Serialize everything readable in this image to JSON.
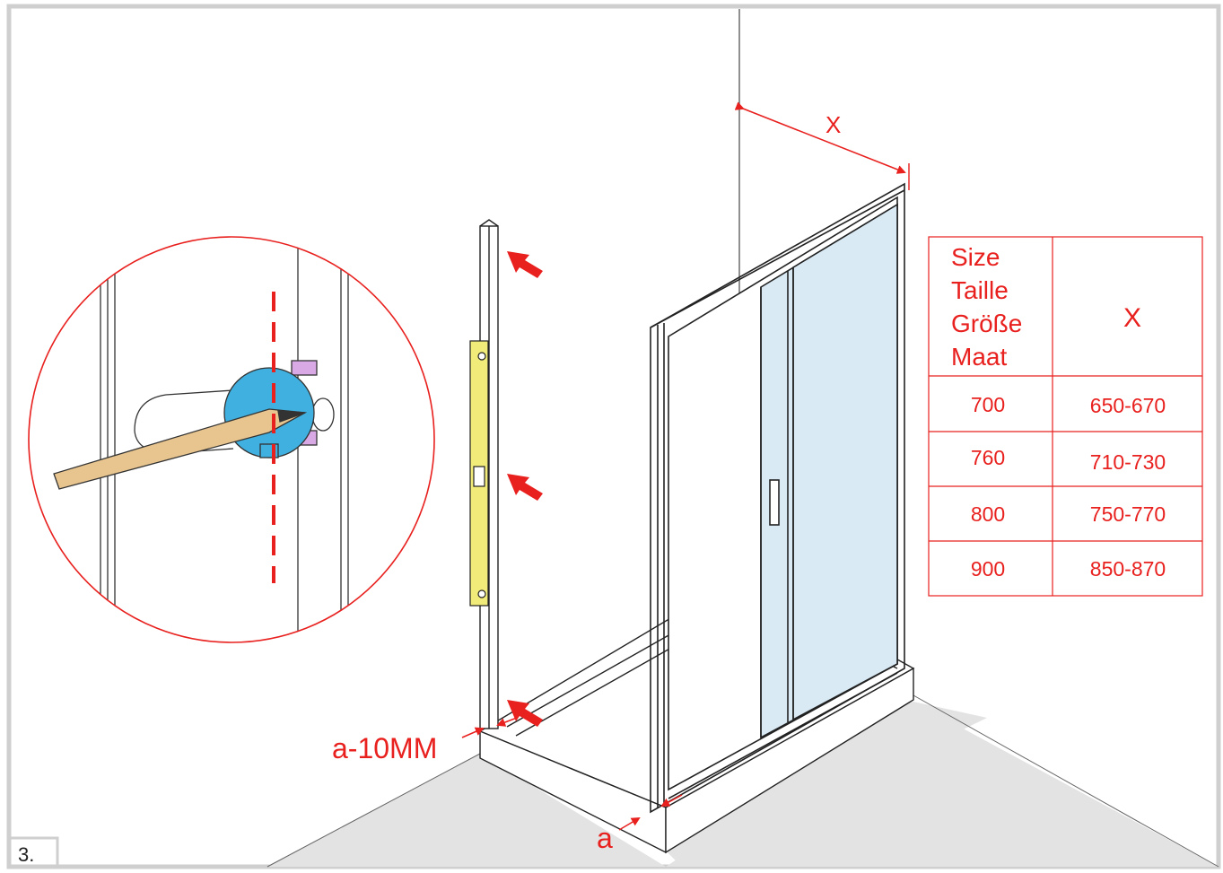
{
  "step": "3.",
  "labels": {
    "dimension_x": "X",
    "offset_label": "a-10MM",
    "gap_label": "a"
  },
  "size_table": {
    "header_size_lines": [
      "Size",
      "Taille",
      "Größe",
      "Maat"
    ],
    "header_x": "X",
    "rows": [
      {
        "size": "700",
        "x": "650-670"
      },
      {
        "size": "760",
        "x": "710-730"
      },
      {
        "size": "800",
        "x": "750-770"
      },
      {
        "size": "900",
        "x": "850-870"
      }
    ]
  },
  "colors": {
    "annotation_red": "#e8201e",
    "floor_gray": "#e3e3e3",
    "glass_blue": "#d9eaf5",
    "spirit_level_yellow": "#f1ec7a",
    "drill_blue": "#3fb0e0",
    "pencil_tan": "#e8c58f",
    "clip_violet": "#d9a9e6"
  }
}
